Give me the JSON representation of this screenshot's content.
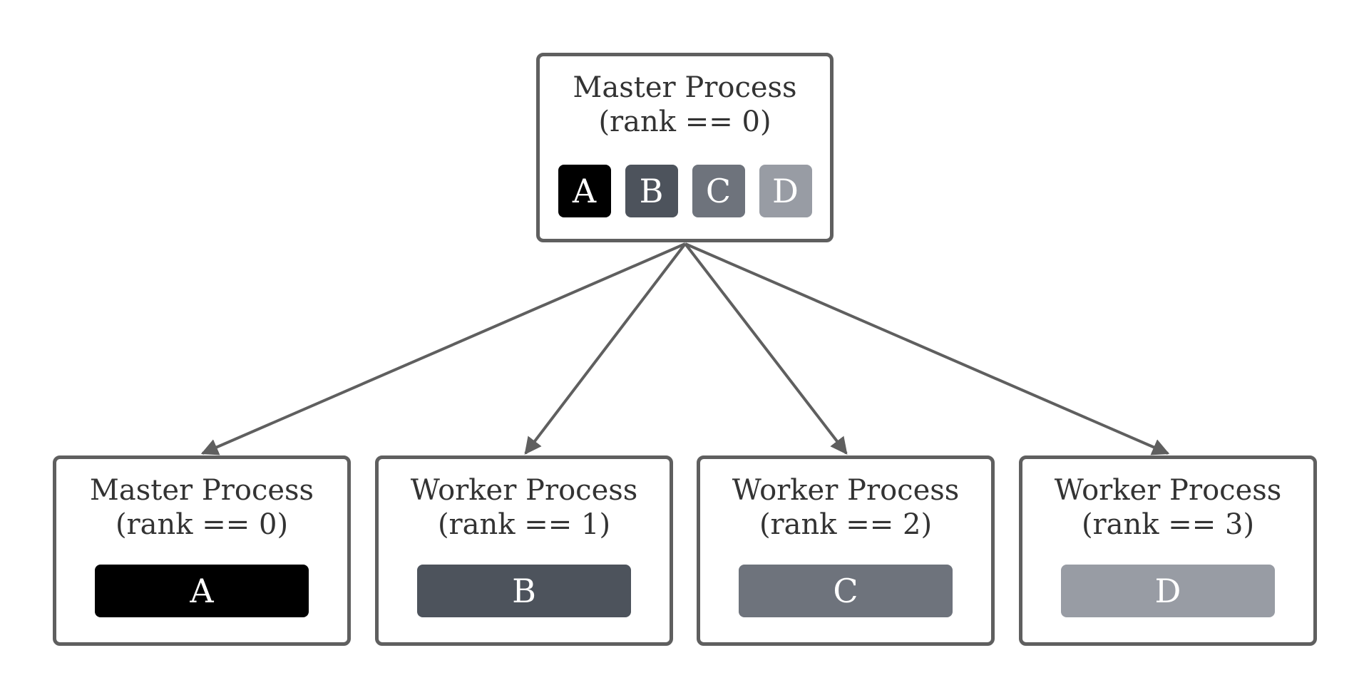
{
  "colors": {
    "border": "#5f5f5f",
    "text": "#333333",
    "A": "#000000",
    "B": "#4d535c",
    "C": "#6e737c",
    "D": "#989ca4"
  },
  "root": {
    "title_line1": "Master Process",
    "title_line2": "(rank == 0)",
    "chunks": [
      "A",
      "B",
      "C",
      "D"
    ]
  },
  "children": [
    {
      "title_line1": "Master Process",
      "title_line2": "(rank == 0)",
      "chunk": "A"
    },
    {
      "title_line1": "Worker Process",
      "title_line2": "(rank == 1)",
      "chunk": "B"
    },
    {
      "title_line1": "Worker Process",
      "title_line2": "(rank == 2)",
      "chunk": "C"
    },
    {
      "title_line1": "Worker Process",
      "title_line2": "(rank == 3)",
      "chunk": "D"
    }
  ],
  "edges": [
    {
      "from": "root",
      "to": 0
    },
    {
      "from": "root",
      "to": 1
    },
    {
      "from": "root",
      "to": 2
    },
    {
      "from": "root",
      "to": 3
    }
  ]
}
